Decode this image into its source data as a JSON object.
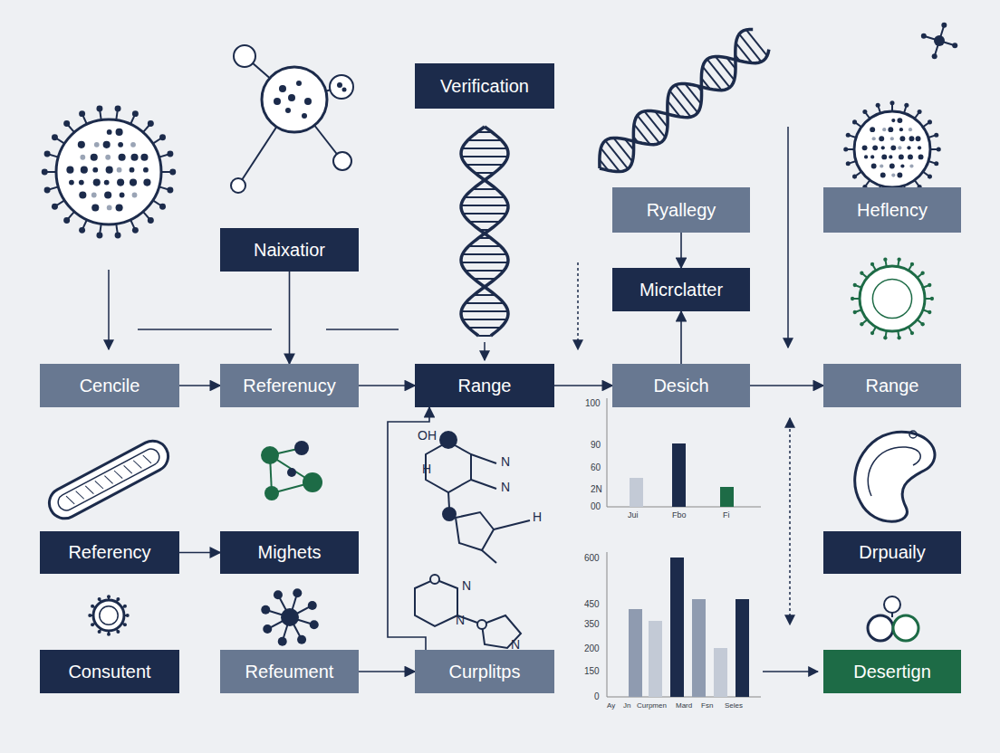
{
  "diagram": {
    "nodes": [
      {
        "text": [
          "Verification"
        ]
      },
      {
        "text": [
          "Naixatior"
        ]
      },
      {
        "text": [
          "Ryallegy"
        ]
      },
      {
        "text": [
          "Heflency"
        ]
      },
      {
        "text": [
          "Micrclatter"
        ]
      },
      {
        "text": [
          "Cencile"
        ]
      },
      {
        "text": [
          "Referenucy"
        ]
      },
      {
        "text": [
          "Range"
        ]
      },
      {
        "text": [
          "Desich"
        ]
      },
      {
        "text": [
          "Range"
        ]
      },
      {
        "text": [
          "Referency"
        ]
      },
      {
        "text": [
          "Mighets"
        ]
      },
      {
        "text": [
          "Drpuaily"
        ]
      },
      {
        "text": [
          "Consutent"
        ]
      },
      {
        "text": [
          "Refeument"
        ]
      },
      {
        "text": [
          "Curplitps"
        ]
      },
      {
        "text": [
          "Desertign"
        ]
      }
    ],
    "edges": [
      {
        "from": 5,
        "to": 6,
        "arrow": "to"
      },
      {
        "from": 6,
        "to": 7,
        "arrow": "to"
      },
      {
        "from": 7,
        "to": 8,
        "arrow": "to"
      },
      {
        "from": 8,
        "to": 9,
        "arrow": "to"
      },
      {
        "from": 1,
        "to": 6,
        "arrow": "to"
      },
      {
        "from": 2,
        "to": 4,
        "arrow": "to"
      },
      {
        "from": 8,
        "to": 4,
        "arrow": "to"
      },
      {
        "from": 10,
        "to": 11,
        "arrow": "to"
      },
      {
        "from": 14,
        "to": 15,
        "arrow": "to"
      },
      {
        "from": 15,
        "to": 7,
        "arrow": "to"
      }
    ],
    "labels": [
      "OH",
      "H",
      "N",
      "N",
      "H",
      "N",
      "N",
      "N",
      "100",
      "90",
      "60",
      "2N",
      "00",
      "Jui",
      "Fbo",
      "Fi",
      "600",
      "450",
      "350",
      "200",
      "150",
      "0",
      "Ay",
      "Jn",
      "Curpmen",
      "Mard",
      "Fsn",
      "Seles"
    ]
  }
}
